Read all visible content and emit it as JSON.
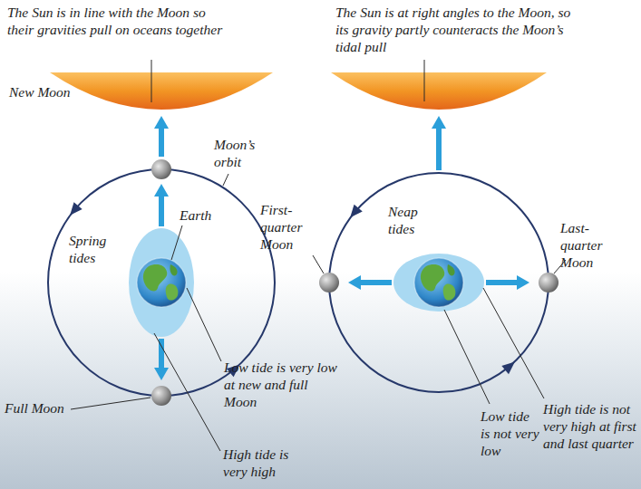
{
  "diagram": {
    "labels": [
      "The Sun is in line with the Moon so their gravities pull on oceans together",
      "The Sun is at right angles to the Moon, so its gravity partly counteracts the Moon’s tidal pull",
      "New Moon",
      "Moon’s orbit",
      "First-quarter Moon",
      "Neap tides",
      "Last-quarter Moon",
      "Earth",
      "Spring tides",
      "Low tide is very low at new and full Moon",
      "Full Moon",
      "High tide is very high",
      "High tide is not very high at first and last quarter",
      "Low tide is not very low"
    ]
  }
}
